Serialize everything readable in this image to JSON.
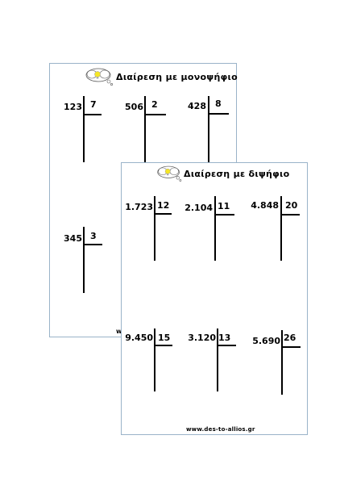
{
  "back_sheet": {
    "title": "Διαίρεση με μονοψήφιο",
    "problems": [
      {
        "dividend": "123",
        "divisor": "7"
      },
      {
        "dividend": "506",
        "divisor": "2"
      },
      {
        "dividend": "428",
        "divisor": "8"
      },
      {
        "dividend": "345",
        "divisor": "3"
      }
    ],
    "partial_footer_mark": "w"
  },
  "front_sheet": {
    "title": "Διαίρεση με διψήφιο",
    "problems": [
      {
        "dividend": "1.723",
        "divisor": "12"
      },
      {
        "dividend": "2.104",
        "divisor": "11"
      },
      {
        "dividend": "4.848",
        "divisor": "20"
      },
      {
        "dividend": "9.450",
        "divisor": "15"
      },
      {
        "dividend": "3.120",
        "divisor": "13"
      },
      {
        "dividend": "5.690",
        "divisor": "26"
      }
    ],
    "footer": "www.des-to-allios.gr"
  },
  "colors": {
    "border": "#9ab3c9",
    "bulb": "#f5e625"
  },
  "icons": {
    "title_icon": "lightbulb-cloud-icon"
  }
}
